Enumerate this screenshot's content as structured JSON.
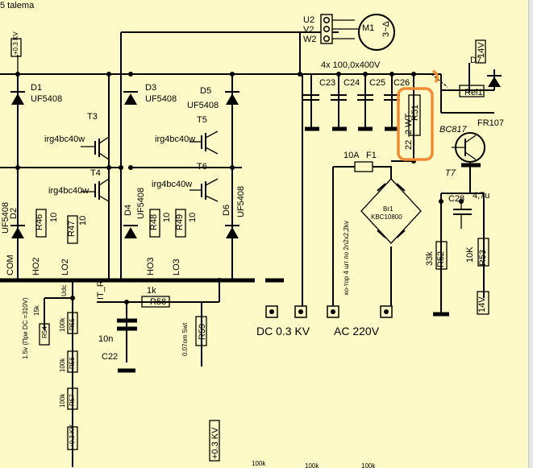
{
  "header": {
    "fragment": "5 talema"
  },
  "motor": {
    "phases": [
      "U2",
      "V2",
      "W2"
    ],
    "name": "M1",
    "type": "3~Δ"
  },
  "diodes": {
    "d1": {
      "ref": "D1",
      "part": "UF5408"
    },
    "d2": {
      "ref": "D2",
      "part": "UF5408"
    },
    "d3": {
      "ref": "D3",
      "part": "UF5408"
    },
    "d4": {
      "ref": "D4",
      "part": "UF5408"
    },
    "d5": {
      "ref": "D5",
      "part": "UF5408"
    },
    "d6": {
      "ref": "D6",
      "part": "UF5408"
    },
    "d7": {
      "ref": "D7"
    }
  },
  "transistors": {
    "t3": {
      "ref": "T3",
      "part": "irg4bc40w"
    },
    "t4": {
      "ref": "T4",
      "part": "irg4bc40w"
    },
    "t5": {
      "ref": "T5",
      "part": "irg4bc40w"
    },
    "t6": {
      "ref": "T6",
      "part": "irg4bc40w"
    },
    "t7": {
      "ref": "T7",
      "part": "BC817"
    }
  },
  "resistors": {
    "r46": {
      "ref": "R46",
      "value": "10"
    },
    "r47": {
      "ref": "R47",
      "value": "10"
    },
    "r48": {
      "ref": "R48",
      "value": "10"
    },
    "r49": {
      "ref": "R49",
      "value": "10"
    },
    "r51": {
      "ref": "R51",
      "value": "22 -2 WT"
    },
    "r52": {
      "ref": "R52",
      "value": "33k"
    },
    "r53": {
      "ref": "R53",
      "value": "10K"
    },
    "r54": {
      "ref": "R54",
      "value": "15k"
    },
    "r55": {
      "ref": "R55",
      "value": "100k"
    },
    "r56": {
      "ref": "R56",
      "value": "100k"
    },
    "r57": {
      "ref": "R57",
      "value": "100k"
    },
    "r58": {
      "ref": "R58",
      "value": "1k"
    },
    "r59": {
      "ref": "R59",
      "value": "0.07om 5wt"
    }
  },
  "capacitors": {
    "bank": "4x 100,0x400V",
    "c22": {
      "ref": "C22",
      "value": "10n"
    },
    "c23": {
      "ref": "C23"
    },
    "c24": {
      "ref": "C24"
    },
    "c25": {
      "ref": "C25"
    },
    "c26": {
      "ref": "C26"
    },
    "c28": {
      "ref": "C28",
      "value": "4,7u"
    }
  },
  "bridge": {
    "ref": "Br1",
    "part": "KBC10800",
    "note": "ко-тор 4 шт по 2n2x2,2kv"
  },
  "fuse": {
    "ref": "F1",
    "rating": "10A"
  },
  "relay": {
    "ref": "Rel1",
    "diode": "FR107",
    "supply": "14V"
  },
  "nets": {
    "ho2": "HO2",
    "lo2": "LO2",
    "ho3": "HO3",
    "lo3": "LO3",
    "com": "COM",
    "itr": "IT_R",
    "udc": "Udc",
    "vcc14": "14V",
    "vref": "1.5v (При DC =310V)",
    "hv_top": "+0.3 KV",
    "hv_mid": "+0.3 KV",
    "v14_top": "14V"
  },
  "terminals": {
    "dc": "DC 0.3 KV",
    "ac": "AC 220V"
  },
  "bottom_values": [
    "100k",
    "100k",
    "100k"
  ],
  "highlight_color": "#f08b33"
}
